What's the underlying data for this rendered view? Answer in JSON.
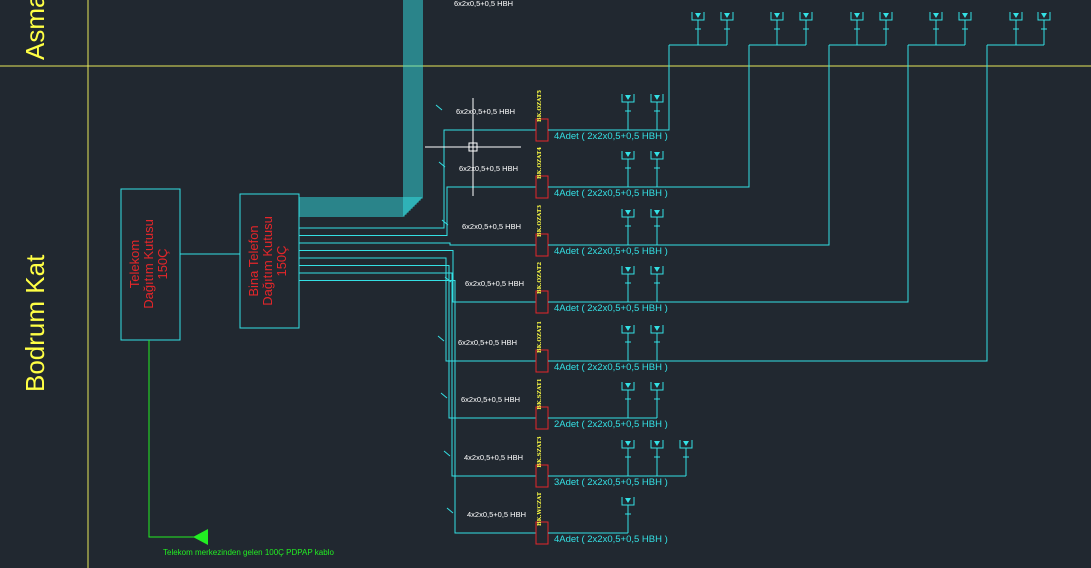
{
  "floors": {
    "upper": "Asma",
    "lower": "Bodrum Kat"
  },
  "telekom_box": {
    "line1": "Telekom",
    "line2": "Dağıtım Kutusu",
    "line3": "150Ç"
  },
  "bina_box": {
    "line1": "Bina Telefon",
    "line2": "Dağıtım Kutusu",
    "line3": "150Ç"
  },
  "top_cable": "6x2x0,5+0,5 HBH",
  "note": "Telekom merkezinden gelen 100Ç PDPAP kablo",
  "branches": [
    {
      "id": "BK.OZAT5",
      "cable": "6x2x0,5+0,5 HBH",
      "count": "4Adet ( 2x2x0,5+0,5 HBH )",
      "jacks": 2
    },
    {
      "id": "BK.OZAT4",
      "cable": "6x2x0,5+0,5 HBH",
      "count": "4Adet ( 2x2x0,5+0,5 HBH )",
      "jacks": 2
    },
    {
      "id": "BK.OZAT3",
      "cable": "6x2x0,5+0,5 HBH",
      "count": "4Adet ( 2x2x0,5+0,5 HBH )",
      "jacks": 2
    },
    {
      "id": "BK.OZAT2",
      "cable": "6x2x0,5+0,5 HBH",
      "count": "4Adet ( 2x2x0,5+0,5 HBH )",
      "jacks": 2
    },
    {
      "id": "BK.OZAT1",
      "cable": "6x2x0,5+0,5 HBH",
      "count": "4Adet ( 2x2x0,5+0,5 HBH )",
      "jacks": 2
    },
    {
      "id": "BK.SZAT1",
      "cable": "6x2x0,5+0,5 HBH",
      "count": "2Adet ( 2x2x0,5+0,5 HBH )",
      "jacks": 2
    },
    {
      "id": "BK.SZAT3",
      "cable": "4x2x0,5+0,5 HBH",
      "count": "3Adet ( 2x2x0,5+0,5 HBH )",
      "jacks": 3
    },
    {
      "id": "BK.WCZAT",
      "cable": "4x2x0,5+0,5 HBH",
      "count": "4Adet ( 2x2x0,5+0,5 HBH )",
      "jacks": 1
    }
  ],
  "colors": {
    "background": "#212830",
    "wire": "#34e0e4",
    "floor_line": "#e8e85a",
    "floor_text": "#ffff44",
    "box_text": "#e5262a",
    "ground": "#22ee22",
    "cable_text": "#ffffff"
  }
}
